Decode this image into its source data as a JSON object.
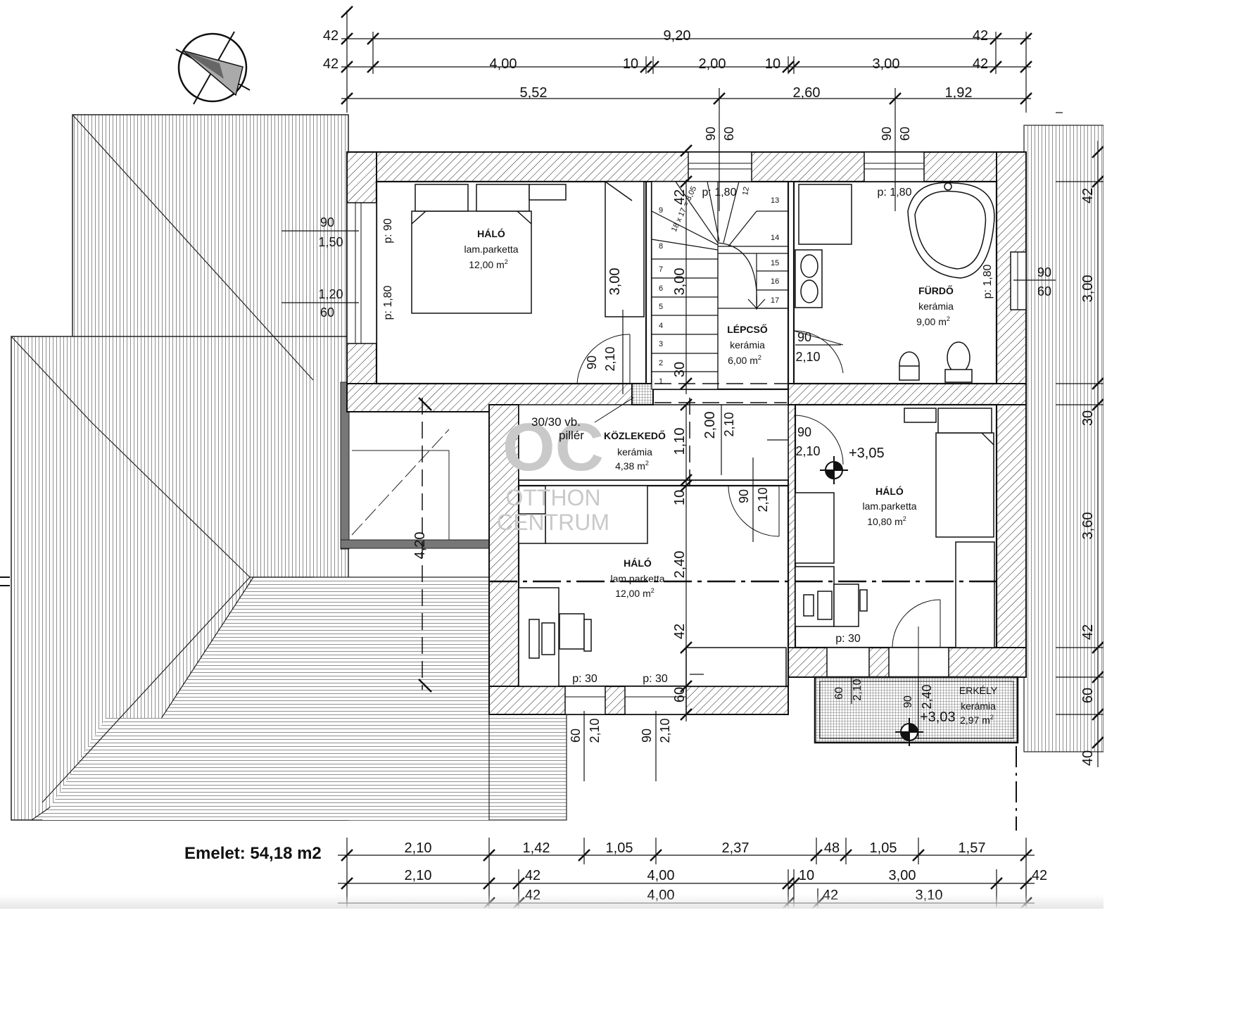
{
  "title": "Emelet: 54,18 m2",
  "watermark": {
    "logo": "OC",
    "line1": "OTTHON",
    "line2": "CENTRUM"
  },
  "rooms": {
    "bed1": {
      "name": "HÁLÓ",
      "floor": "lam.parketta",
      "area": "12,00 m",
      "exp": "2"
    },
    "stair": {
      "name": "LÉPCSŐ",
      "floor": "kerámia",
      "area": "6,00 m",
      "exp": "2"
    },
    "bath": {
      "name": "FÜRDŐ",
      "floor": "kerámia",
      "area": "9,00 m",
      "exp": "2"
    },
    "hall": {
      "name": "KÖZLEKEDŐ",
      "floor": "kerámia",
      "area": "4,38 m",
      "exp": "2"
    },
    "bed2": {
      "name": "HÁLÓ",
      "floor": "lam.parketta",
      "area": "12,00 m",
      "exp": "2"
    },
    "bed3": {
      "name": "HÁLÓ",
      "floor": "lam.parketta",
      "area": "10,80 m",
      "exp": "2"
    },
    "balcony": {
      "name": "ERKÉLY",
      "floor": "kerámia",
      "area": "2,97 m",
      "exp": "2"
    }
  },
  "pillar": {
    "line1": "30/30 vb.",
    "line2": "pillér"
  },
  "levels": {
    "upper": "+3,05",
    "balcony": "+3,03"
  },
  "stair_formula": "18 x 17 = 3,05",
  "stair_steps": [
    "1",
    "2",
    "3",
    "4",
    "5",
    "6",
    "7",
    "8",
    "9",
    "12",
    "13",
    "14",
    "15",
    "16",
    "17"
  ],
  "dims": {
    "top1": [
      "42",
      "9,20",
      "42"
    ],
    "top2": [
      "42",
      "4,00",
      "10",
      "2,00",
      "10",
      "3,00",
      "42"
    ],
    "top3": [
      "5,52",
      "2,60",
      "1,92"
    ],
    "bot1": [
      "2,10",
      "1,42",
      "1,05",
      "2,37",
      "48",
      "1,05",
      "1,57"
    ],
    "bot2": [
      "2,10",
      "42",
      "4,00",
      "10",
      "3,00",
      "42"
    ],
    "bot3": [
      "42",
      "4,00",
      "42",
      "3,10"
    ],
    "right": [
      "42",
      "3,00",
      "30",
      "3,60",
      "42",
      "60",
      "40"
    ],
    "win_left": [
      "90",
      "1,50",
      "1,20",
      "60"
    ],
    "win_top": [
      "90",
      "60",
      "90",
      "60"
    ],
    "win_right": [
      "90",
      "60"
    ],
    "parapet": [
      "p: 90",
      "p: 1,80",
      "p: 1,80",
      "p: 1,80",
      "p: 1,80",
      "p: 30",
      "p: 30",
      "p: 30"
    ],
    "door": [
      "90",
      "2,10",
      "90",
      "2,10",
      "90",
      "2,10",
      "90",
      "2,10",
      "90",
      "2,10",
      "90",
      "2,40"
    ],
    "bot_win": [
      "60",
      "2,10",
      "90",
      "2,10",
      "60",
      "2,10"
    ],
    "inner": [
      "42",
      "3,00",
      "30",
      "3,00",
      "1,10",
      "10",
      "2,40",
      "42",
      "60",
      "2,00",
      "2,10",
      "4,20"
    ]
  }
}
